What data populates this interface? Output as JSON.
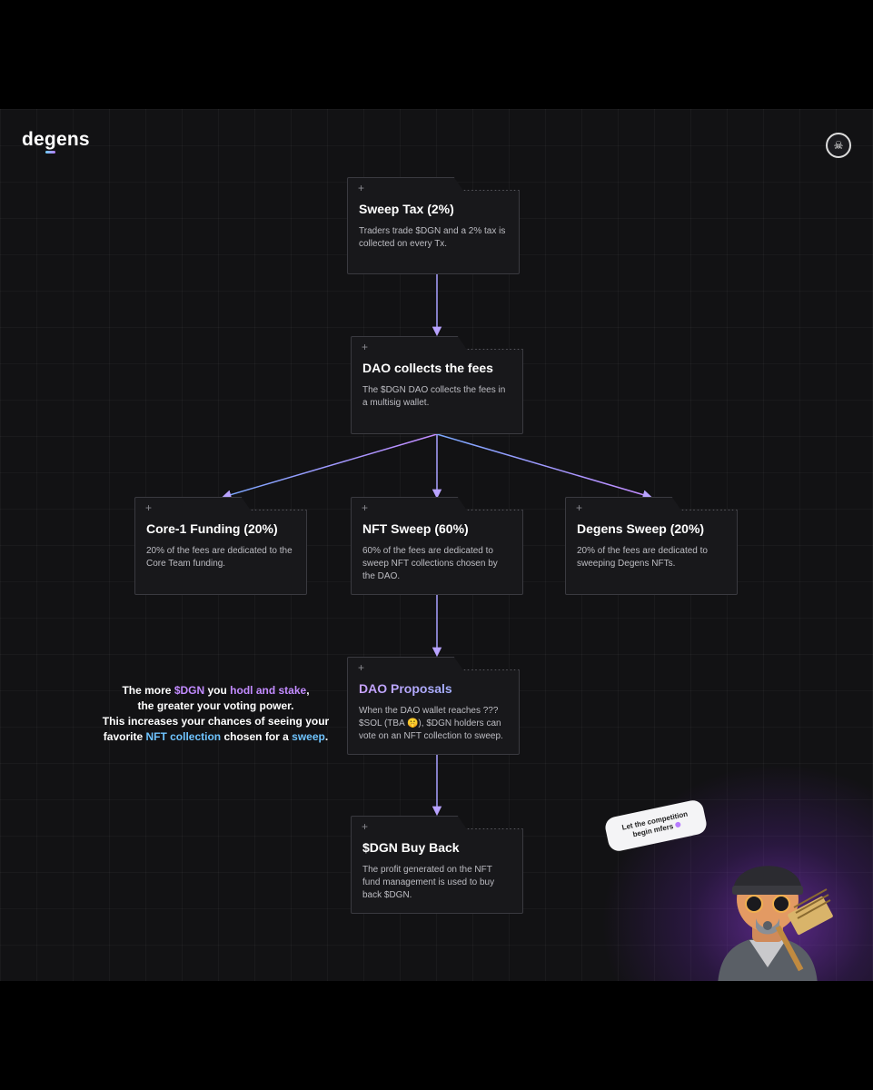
{
  "brand": {
    "logo_prefix": "de",
    "logo_g": "g",
    "logo_suffix": "ens"
  },
  "colors": {
    "accent_purple": "#c28bff",
    "accent_cyan": "#6fc4ff",
    "arrow": "#b39bff"
  },
  "icons": {
    "header": "skull-avatar-icon",
    "card_corner": "plus-icon"
  },
  "cards": {
    "sweep_tax": {
      "title": "Sweep Tax (2%)",
      "desc": "Traders trade $DGN and a 2% tax is collected on every Tx."
    },
    "dao_collects": {
      "title": "DAO collects the fees",
      "desc": "The $DGN DAO collects the fees in a multisig wallet."
    },
    "core_funding": {
      "title": "Core-1 Funding (20%)",
      "desc": "20% of the fees are dedicated to the Core Team funding."
    },
    "nft_sweep": {
      "title": "NFT Sweep (60%)",
      "desc": "60% of the fees are dedicated to sweep NFT collections chosen by the DAO."
    },
    "degens_sweep": {
      "title": "Degens Sweep (20%)",
      "desc": "20% of the fees are dedicated to sweeping Degens NFTs."
    },
    "dao_proposals": {
      "title": "DAO Proposals",
      "desc": "When the DAO wallet reaches ??? $SOL (TBA 🤫), $DGN holders can vote on an NFT collection to sweep."
    },
    "buy_back": {
      "title": "$DGN Buy Back",
      "desc": "The profit generated on the NFT fund management is used to buy back $DGN."
    }
  },
  "note": {
    "p1": "The more ",
    "p2": "$DGN",
    "p3": " you ",
    "p4": "hodl and stake",
    "p5": ",",
    "p6": "the greater your voting power.",
    "p7": "This increases your chances of seeing your",
    "p8": "favorite ",
    "p9": "NFT collection",
    "p10": " chosen for a ",
    "p11": "sweep",
    "p12": "."
  },
  "bubble": {
    "line1": "Let the competition",
    "line2": "begin mfers"
  }
}
